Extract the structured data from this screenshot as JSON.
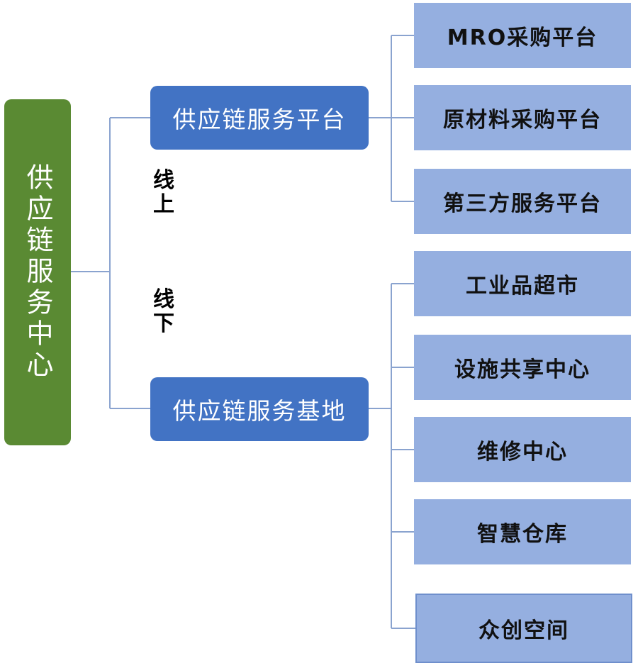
{
  "root": {
    "label": "供应链服务中心"
  },
  "online": {
    "label": "线上",
    "node": "供应链服务平台",
    "children": [
      "MRO采购平台",
      "原材料采购平台",
      "第三方服务平台"
    ]
  },
  "offline": {
    "label": "线下",
    "node": "供应链服务基地",
    "children": [
      "工业品超市",
      "设施共享中心",
      "维修中心",
      "智慧仓库",
      "众创空间"
    ]
  },
  "colors": {
    "root_fill": "#5a8a33",
    "node_fill": "#4273c4",
    "leaf_fill": "#95afe0",
    "connector": "#8aa3cf"
  }
}
